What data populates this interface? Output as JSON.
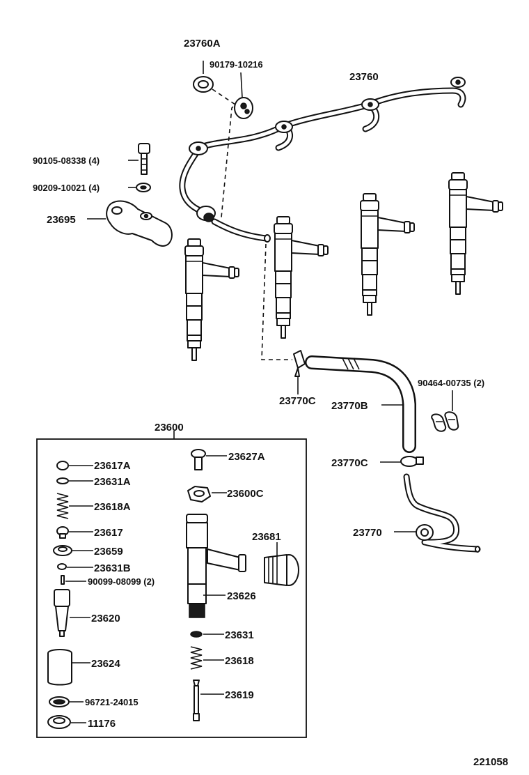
{
  "labels": {
    "p23760A": "23760A",
    "p90179": "90179-10216",
    "p23760": "23760",
    "p90105": "90105-08338 (4)",
    "p90209": "90209-10021 (4)",
    "p23695": "23695",
    "p23770C_a": "23770C",
    "p23770B": "23770B",
    "p90464": "90464-00735 (2)",
    "p23770C_b": "23770C",
    "p23770": "23770",
    "p23600": "23600",
    "p23617A": "23617A",
    "p23631A": "23631A",
    "p23618A": "23618A",
    "p23617": "23617",
    "p23659": "23659",
    "p23631B": "23631B",
    "p90099": "90099-08099 (2)",
    "p23620": "23620",
    "p23624": "23624",
    "p96721": "96721-24015",
    "p11176": "11176",
    "p23627A": "23627A",
    "p23600C": "23600C",
    "p23681": "23681",
    "p23626": "23626",
    "p23631": "23631",
    "p23618": "23618",
    "p23619": "23619"
  },
  "diagram_id": "221058"
}
